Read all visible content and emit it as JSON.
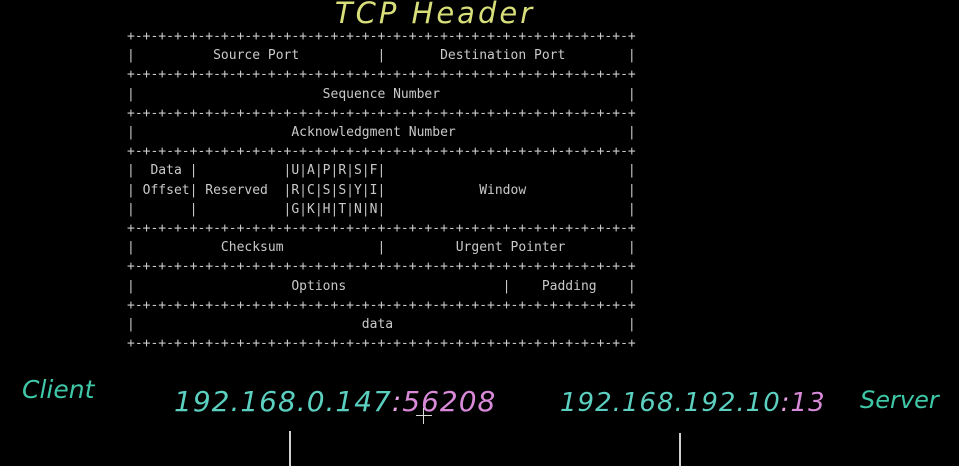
{
  "title": "TCP Header",
  "header_diagram": {
    "lines": [
      "+-+-+-+-+-+-+-+-+-+-+-+-+-+-+-+-+-+-+-+-+-+-+-+-+-+-+-+-+-+-+-+-+",
      "|          Source Port          |       Destination Port        |",
      "+-+-+-+-+-+-+-+-+-+-+-+-+-+-+-+-+-+-+-+-+-+-+-+-+-+-+-+-+-+-+-+-+",
      "|                        Sequence Number                        |",
      "+-+-+-+-+-+-+-+-+-+-+-+-+-+-+-+-+-+-+-+-+-+-+-+-+-+-+-+-+-+-+-+-+",
      "|                    Acknowledgment Number                      |",
      "+-+-+-+-+-+-+-+-+-+-+-+-+-+-+-+-+-+-+-+-+-+-+-+-+-+-+-+-+-+-+-+-+",
      "|  Data |           |U|A|P|R|S|F|                               |",
      "| Offset| Reserved  |R|C|S|S|Y|I|            Window             |",
      "|       |           |G|K|H|T|N|N|                               |",
      "+-+-+-+-+-+-+-+-+-+-+-+-+-+-+-+-+-+-+-+-+-+-+-+-+-+-+-+-+-+-+-+-+",
      "|           Checksum            |         Urgent Pointer        |",
      "+-+-+-+-+-+-+-+-+-+-+-+-+-+-+-+-+-+-+-+-+-+-+-+-+-+-+-+-+-+-+-+-+",
      "|                    Options                    |    Padding    |",
      "+-+-+-+-+-+-+-+-+-+-+-+-+-+-+-+-+-+-+-+-+-+-+-+-+-+-+-+-+-+-+-+-+",
      "|                             data                              |",
      "+-+-+-+-+-+-+-+-+-+-+-+-+-+-+-+-+-+-+-+-+-+-+-+-+-+-+-+-+-+-+-+-+"
    ]
  },
  "client": {
    "label": "Client",
    "ip": "192.168.0.147",
    "separator": ":",
    "port": "56208"
  },
  "server": {
    "label": "Server",
    "ip": "192.168.192.10",
    "separator": ":",
    "port": "13"
  },
  "colors": {
    "background": "#000000",
    "title": "#d8df7a",
    "diagram_text": "#c9c9c9",
    "ip_text": "#5cd0c0",
    "port_text": "#d88ad8",
    "label_text": "#3fc8a8"
  }
}
